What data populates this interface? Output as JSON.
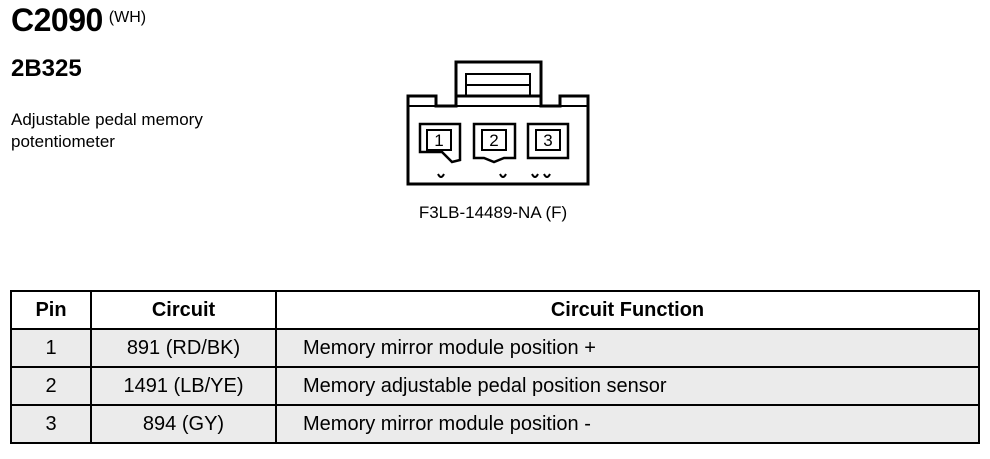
{
  "connector": {
    "id": "C2090",
    "color_code": "(WH)",
    "component_code": "2B325",
    "description_lines": [
      "Adjustable pedal memory",
      "potentiometer"
    ],
    "part_number": "F3LB-14489-NA (F)",
    "cavity_labels": [
      "1",
      "2",
      "3"
    ]
  },
  "table": {
    "headers": {
      "pin": "Pin",
      "circuit": "Circuit",
      "function": "Circuit Function"
    },
    "rows": [
      {
        "pin": "1",
        "circuit": "891 (RD/BK)",
        "function": "Memory mirror module position +"
      },
      {
        "pin": "2",
        "circuit": "1491 (LB/YE)",
        "function": "Memory adjustable pedal position sensor"
      },
      {
        "pin": "3",
        "circuit": "894 (GY)",
        "function": "Memory mirror module position -"
      }
    ]
  },
  "colors": {
    "row_fill": "#ebebeb",
    "line": "#000000"
  }
}
